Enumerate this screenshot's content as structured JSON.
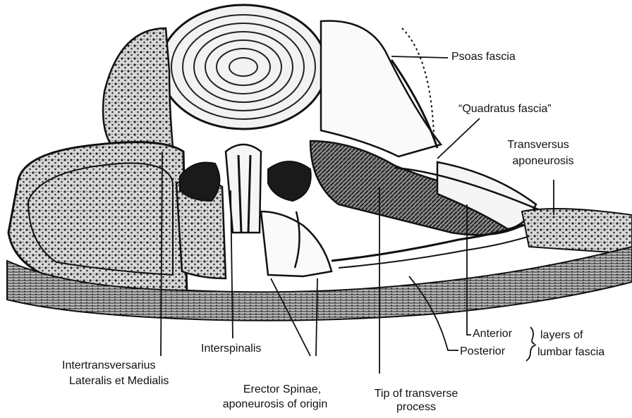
{
  "labels": {
    "psoas_fascia": "Psoas fascia",
    "quadratus_fascia": "“Quadratus fascia”",
    "transversus_line1": "Transversus",
    "transversus_line2": "aponeurosis",
    "anterior": "Anterior",
    "posterior": "Posterior",
    "layers_of": "layers of",
    "lumbar_fascia": "lumbar fascia",
    "intertransversarius_line1": "Intertransversarius",
    "intertransversarius_line2": "Lateralis et Medialis",
    "interspinalis": "Interspinalis",
    "erector_line1": "Erector Spinae,",
    "erector_line2": "aponeurosis of origin",
    "tip_line1": "Tip of transverse",
    "tip_line2": "process"
  },
  "colors": {
    "ink": "#111111",
    "hatch": "#3a3a3a",
    "background": "#ffffff"
  }
}
